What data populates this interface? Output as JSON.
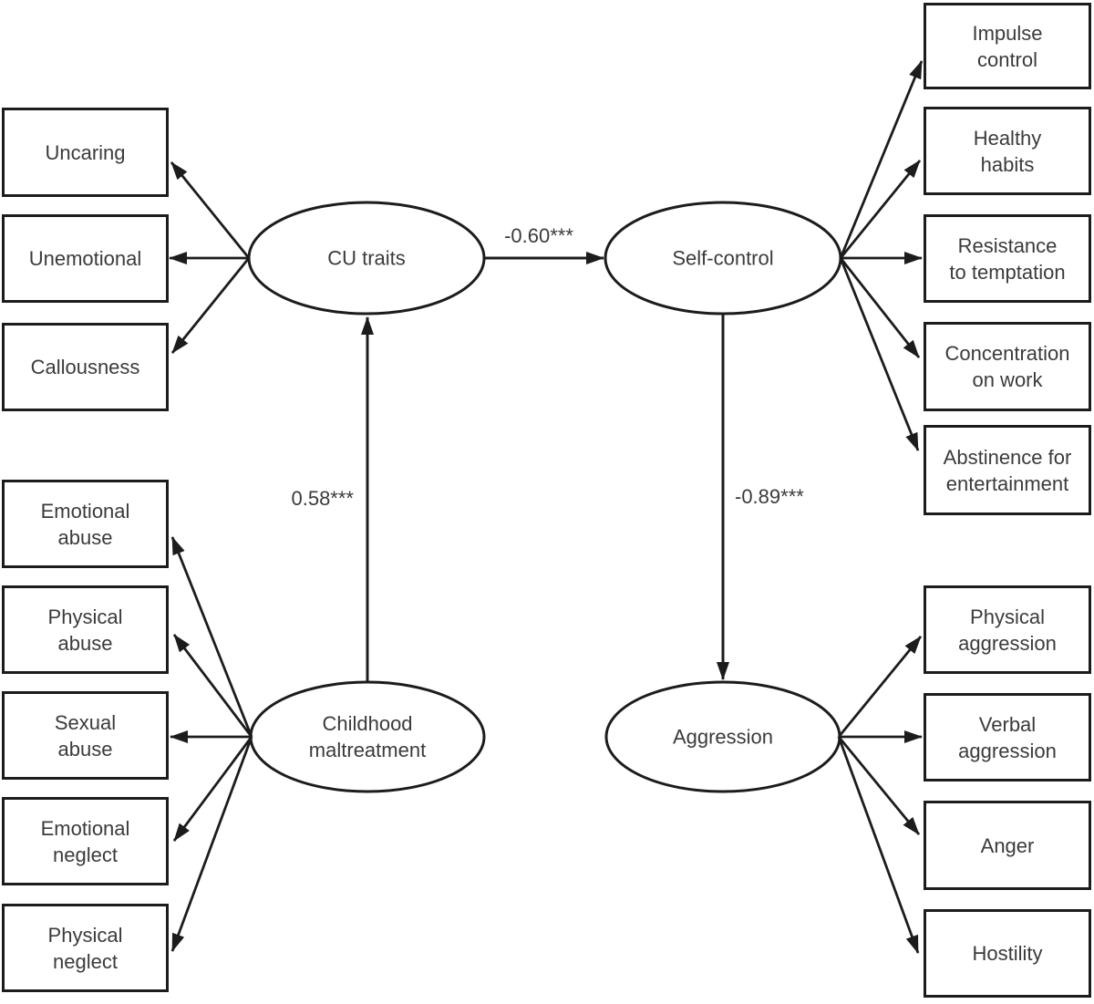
{
  "diagram": {
    "latent": {
      "cu_traits": "CU traits",
      "self_control": "Self-control",
      "childhood_maltreatment": "Childhood\nmaltreatment",
      "aggression": "Aggression"
    },
    "indicators": {
      "cu_traits": [
        "Uncaring",
        "Unemotional",
        "Callousness"
      ],
      "childhood_maltreatment": [
        "Emotional\nabuse",
        "Physical\nabuse",
        "Sexual\nabuse",
        "Emotional\nneglect",
        "Physical\nneglect"
      ],
      "self_control": [
        "Impulse\ncontrol",
        "Healthy\nhabits",
        "Resistance\nto temptation",
        "Concentration\non work",
        "Abstinence for\nentertainment"
      ],
      "aggression": [
        "Physical\naggression",
        "Verbal\naggression",
        "Anger",
        "Hostility"
      ]
    },
    "path_coefficients": {
      "cu_traits_to_self_control": "-0.60***",
      "childhood_maltreatment_to_cu_traits": "0.58***",
      "self_control_to_aggression": "-0.89***"
    },
    "colors": {
      "line": "#1c1c1c",
      "text": "#3b3b3b",
      "background": "#ffffff"
    }
  }
}
